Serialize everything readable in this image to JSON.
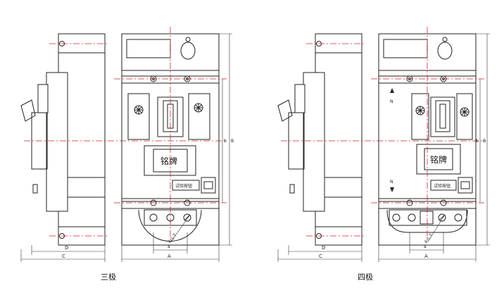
{
  "drawings": [
    {
      "caption": "三极",
      "nameplate": "铭牌",
      "test_button": "试验按钮",
      "dims": {
        "A": "A",
        "B": "B",
        "C": "C",
        "D": "D",
        "a": "a",
        "b": "b"
      },
      "hole": "4-1.7",
      "markers": {
        "top": "",
        "bottom": ""
      }
    },
    {
      "caption": "四极",
      "nameplate": "铭牌",
      "test_button": "试验按钮",
      "dims": {
        "A": "A",
        "B": "B",
        "C": "C",
        "D": "D",
        "a": "a",
        "b": "b"
      },
      "hole": "4-1.7",
      "markers": {
        "top": "N",
        "bottom": "N"
      }
    }
  ]
}
